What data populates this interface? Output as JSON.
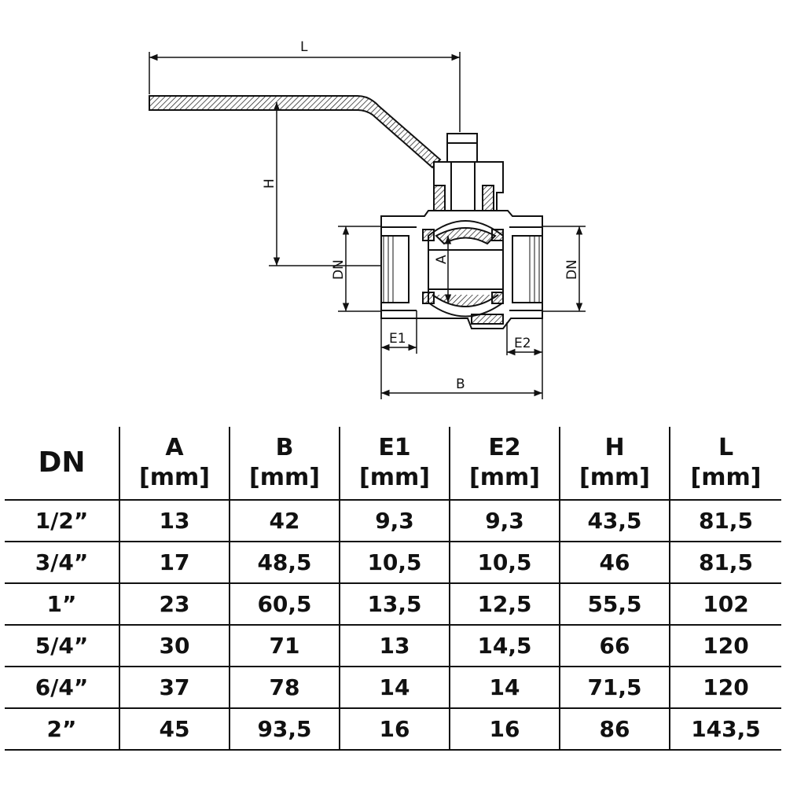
{
  "drawing": {
    "labels": {
      "L": "L",
      "H": "H",
      "A": "A",
      "DN_left": "DN",
      "DN_right": "DN",
      "E1": "E1",
      "E2": "E2",
      "B": "B"
    }
  },
  "table": {
    "headers": [
      {
        "name": "DN",
        "unit": ""
      },
      {
        "name": "A",
        "unit": "[mm]"
      },
      {
        "name": "B",
        "unit": "[mm]"
      },
      {
        "name": "E1",
        "unit": "[mm]"
      },
      {
        "name": "E2",
        "unit": "[mm]"
      },
      {
        "name": "H",
        "unit": "[mm]"
      },
      {
        "name": "L",
        "unit": "[mm]"
      }
    ],
    "rows": [
      [
        "1/2”",
        "13",
        "42",
        "9,3",
        "9,3",
        "43,5",
        "81,5"
      ],
      [
        "3/4”",
        "17",
        "48,5",
        "10,5",
        "10,5",
        "46",
        "81,5"
      ],
      [
        "1”",
        "23",
        "60,5",
        "13,5",
        "12,5",
        "55,5",
        "102"
      ],
      [
        "5/4”",
        "30",
        "71",
        "13",
        "14,5",
        "66",
        "120"
      ],
      [
        "6/4”",
        "37",
        "78",
        "14",
        "14",
        "71,5",
        "120"
      ],
      [
        "2”",
        "45",
        "93,5",
        "16",
        "16",
        "86",
        "143,5"
      ]
    ]
  }
}
